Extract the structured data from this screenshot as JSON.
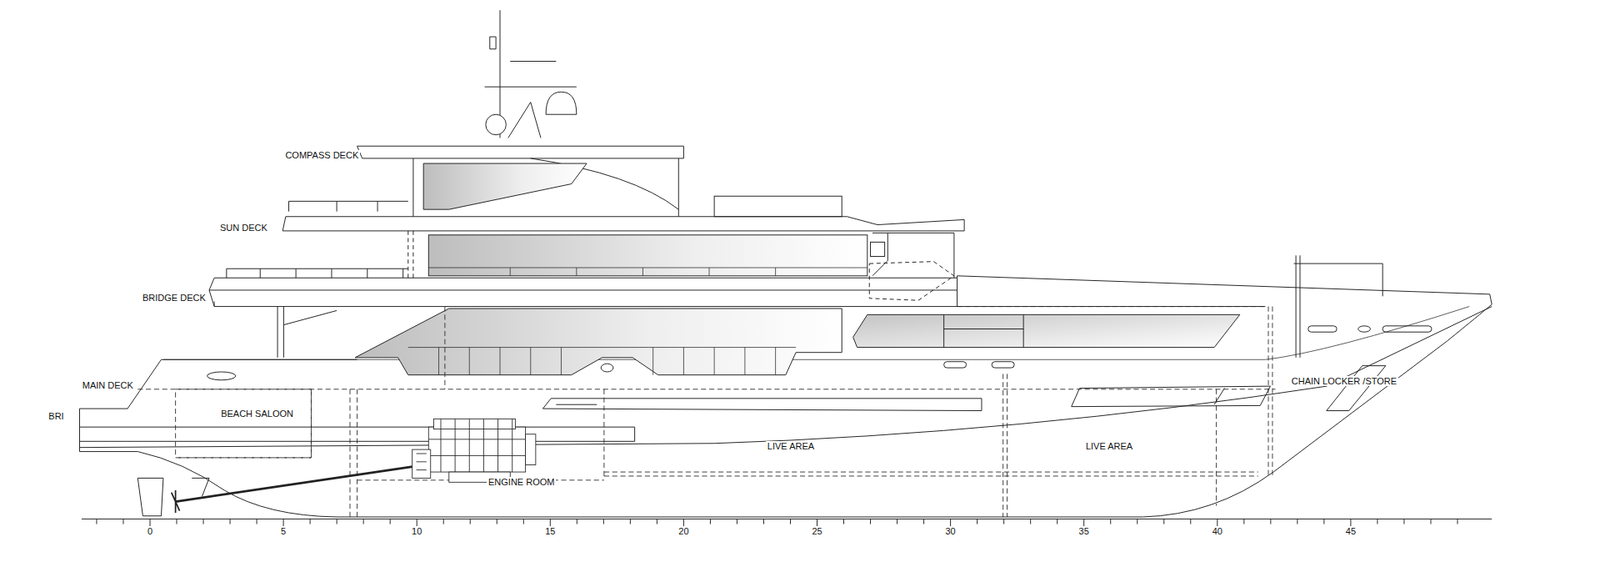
{
  "diagram": {
    "labels": [
      "COMPASS DECK",
      "SUN DECK",
      "BRIDGE DECK",
      "MAIN DECK",
      "BRI",
      "BEACH SALOON",
      "LIVE AREA",
      "LIVE AREA",
      "CHAIN LOCKER /STORE",
      "ENGINE ROOM",
      "0",
      "5",
      "10",
      "15",
      "20",
      "25",
      "30",
      "35",
      "40",
      "45"
    ]
  }
}
